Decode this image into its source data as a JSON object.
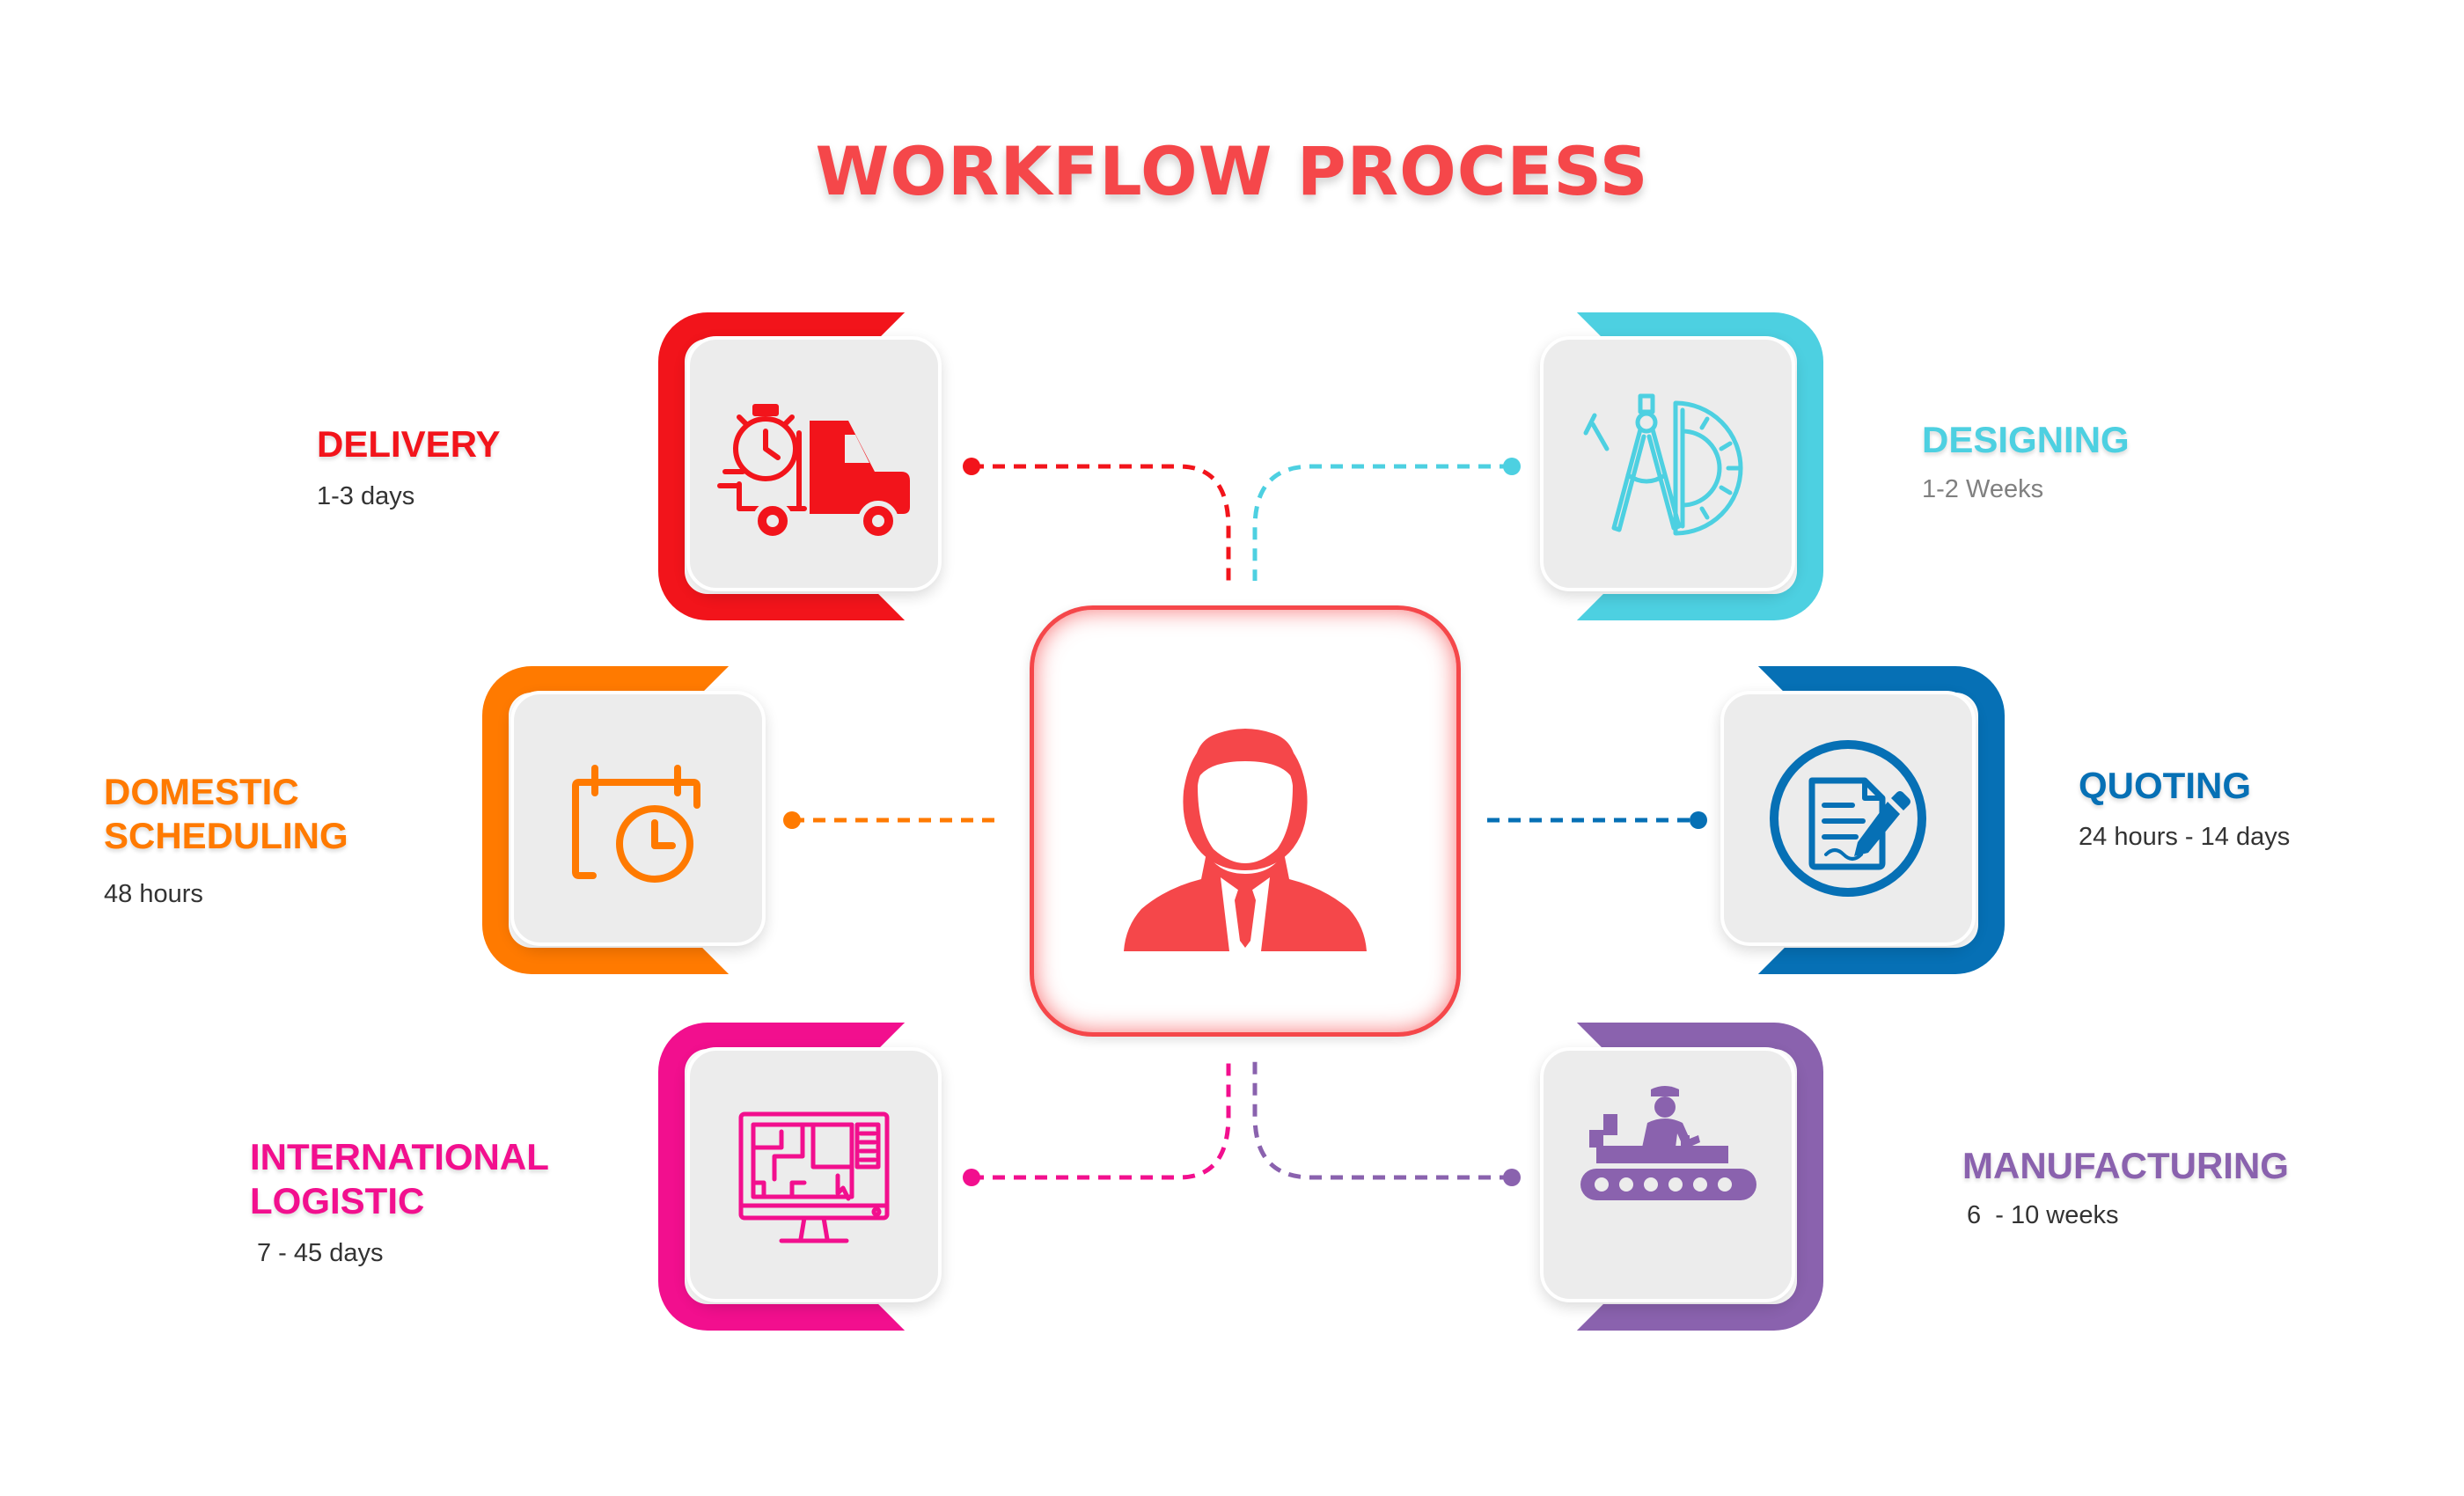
{
  "title": "WORKFLOW PROCESS",
  "colors": {
    "title": "#f5474a",
    "delivery": "#f2141b",
    "domestic": "#ff7a00",
    "international": "#f20f8e",
    "designing": "#4dd0e1",
    "quoting": "#0670b5",
    "manufacturing": "#8a62ae",
    "center": "#f5474a"
  },
  "steps": {
    "delivery": {
      "label_lines": [
        "DELIVERY"
      ],
      "duration": "1-3 days",
      "icon": "truck-clock-icon"
    },
    "domestic": {
      "label_lines": [
        "DOMESTIC",
        "SCHEDULING"
      ],
      "duration": "48 hours",
      "icon": "calendar-clock-icon"
    },
    "international": {
      "label_lines": [
        "INTERNATIONAL",
        "LOGISTIC"
      ],
      "duration": "7 - 45 days",
      "icon": "monitor-blueprint-icon"
    },
    "designing": {
      "label_lines": [
        "DESIGNING"
      ],
      "duration": "1-2 Weeks",
      "icon": "compass-protractor-icon"
    },
    "quoting": {
      "label_lines": [
        "QUOTING"
      ],
      "duration": "24 hours - 14 days",
      "icon": "document-pen-icon"
    },
    "manufacturing": {
      "label_lines": [
        "MANUFACTURING"
      ],
      "duration": "6  - 10 weeks",
      "icon": "conveyor-worker-icon"
    }
  },
  "center": {
    "icon": "businessman-icon"
  }
}
